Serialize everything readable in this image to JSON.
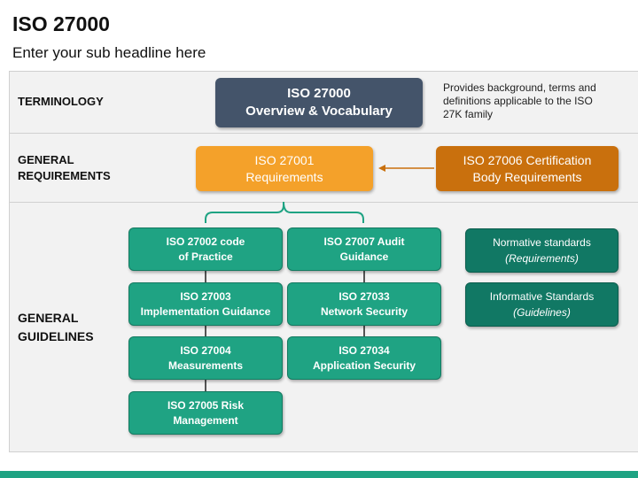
{
  "header": {
    "title": "ISO 27000",
    "subtitle": "Enter your sub headline here"
  },
  "rows": {
    "terminology": "TERMINOLOGY",
    "general_requirements": [
      "GENERAL",
      "REQUIREMENTS"
    ],
    "general_guidelines": [
      "GENERAL",
      "GUIDELINES"
    ]
  },
  "boxes": {
    "overview": [
      "ISO 27000",
      "Overview & Vocabulary"
    ],
    "iso27001": [
      "ISO 27001",
      "Requirements"
    ],
    "iso27006": [
      "ISO 27006 Certification",
      "Body Requirements"
    ],
    "iso27002": [
      "ISO 27002 code",
      "of Practice"
    ],
    "iso27003": [
      "ISO 27003",
      "Implementation Guidance"
    ],
    "iso27004": [
      "ISO 27004",
      "Measurements"
    ],
    "iso27005": [
      "ISO 27005 Risk",
      "Management"
    ],
    "iso27007": [
      "ISO 27007 Audit",
      "Guidance"
    ],
    "iso27033": [
      "ISO 27033",
      "Network Security"
    ],
    "iso27034": [
      "ISO 27034",
      "Application Security"
    ]
  },
  "note": "Provides background, terms and definitions applicable to the ISO 27K family",
  "legend": {
    "normative": [
      "Normative standards",
      "(Requirements)"
    ],
    "informative": [
      "Informative Standards",
      "(Guidelines)"
    ]
  },
  "colors": {
    "overview": "#44546a",
    "requirements": "#f4a12a",
    "certification": "#c9700d",
    "guidelines": "#1fa383",
    "legend": "#117864",
    "footer": "#1fa383"
  }
}
